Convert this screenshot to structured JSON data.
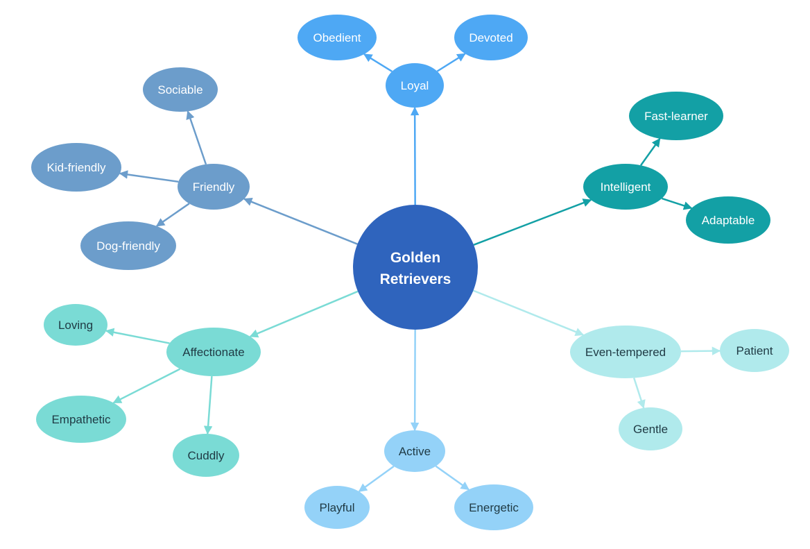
{
  "center": {
    "label_line1": "Golden",
    "label_line2": "Retrievers",
    "color": "#2f64bd",
    "text_color": "#ffffff"
  },
  "branches": [
    {
      "label": "Loyal",
      "color": "#4ea8f4",
      "text_color": "#ffffff",
      "leaves": [
        "Obedient",
        "Devoted"
      ]
    },
    {
      "label": "Intelligent",
      "color": "#13a0a5",
      "text_color": "#ffffff",
      "leaves": [
        "Fast-learner",
        "Adaptable"
      ]
    },
    {
      "label": "Even-tempered",
      "color": "#b0eaec",
      "text_color": "#1f3a44",
      "leaves": [
        "Patient",
        "Gentle"
      ]
    },
    {
      "label": "Active",
      "color": "#94d2f8",
      "text_color": "#1f3a44",
      "leaves": [
        "Playful",
        "Energetic"
      ]
    },
    {
      "label": "Affectionate",
      "color": "#7adbd5",
      "text_color": "#1f3a44",
      "leaves": [
        "Loving",
        "Empathetic",
        "Cuddly"
      ]
    },
    {
      "label": "Friendly",
      "color": "#6c9dcb",
      "text_color": "#ffffff",
      "leaves": [
        "Sociable",
        "Kid-friendly",
        "Dog-friendly"
      ]
    }
  ]
}
